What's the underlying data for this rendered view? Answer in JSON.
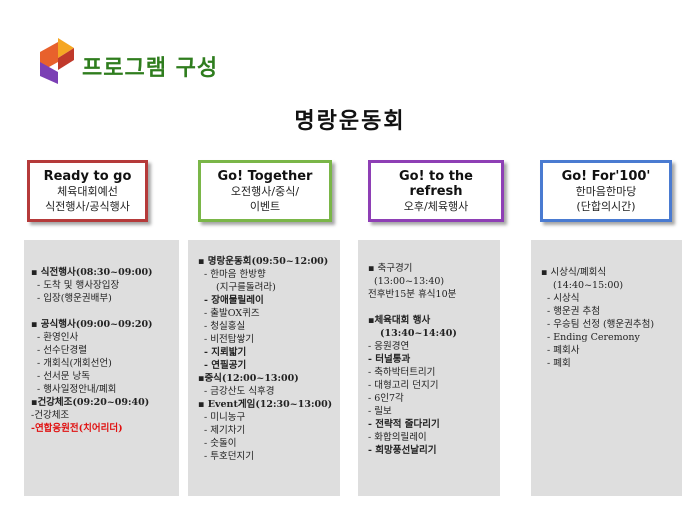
{
  "title": "프로그램 구성",
  "subtitle": "명랑운동회",
  "columns": [
    {
      "header": {
        "title": "Ready to go",
        "lines": [
          "체육대회예선",
          "식전행사/공식행사"
        ]
      }
    },
    {
      "header": {
        "title": "Go! Together",
        "lines": [
          "오전행사/중식/",
          "이벤트"
        ]
      }
    },
    {
      "header": {
        "title": "Go! to the refresh",
        "lines": [
          "오후/체육행사"
        ]
      }
    },
    {
      "header": {
        "title": "Go! For'100'",
        "lines": [
          "한마음한마당",
          "(단합의시간)"
        ]
      }
    }
  ],
  "col1": [
    "▪ 식전행사(08:30~09:00)",
    "- 도착 및 행사장입장",
    "- 입장(행운권배부)",
    "",
    "▪ 공식행사(09:00~09:20)",
    "- 환영인사",
    "- 선수단경렬",
    "- 개회식(개회선언)",
    "- 선서문 낭독",
    "- 행사일정안내/폐회",
    "▪건강체조(09:20~09:40)",
    "-건강체조",
    "-연합응원전(치어리더)"
  ],
  "col2": [
    "▪ 명랑운동회(09:50~12:00)",
    "- 한마음 한방향",
    "(지구를돌려라)",
    "- 장애물릴레이",
    "- 출발OX퀴즈",
    "- 청실홍실",
    "- 비전탑쌓기",
    "- 지뢰밟기",
    "- 연필공기",
    "▪중식(12:00~13:00)",
    "- 금강산도 식후경",
    "▪ Event게임(12:30~13:00)",
    "- 미니농구",
    "- 제기차기",
    "- 숫돌이",
    "- 투호던지기"
  ],
  "col3": [
    "▪ 축구경기",
    "(13:00~13:40)",
    "전후반15분 휴식10분",
    "",
    "▪체육대회 행사",
    "(13:40~14:40)",
    "- 응원경연",
    "- 터널통과",
    "- 축하박터트리기",
    "- 대형고리 던지기",
    "- 6인7각",
    "- 릴보",
    "- 전략적 줄다리기",
    "- 화합의릴레이",
    "- 희망풍선날리기"
  ],
  "col4": [
    "▪ 시상식/폐회식",
    "(14:40~15:00)",
    "- 시상식",
    "- 행운권 추첨",
    "- 우승팀 선정 (행운권추첨)",
    "- Ending Ceremony",
    "- 폐회사",
    "- 폐회"
  ]
}
